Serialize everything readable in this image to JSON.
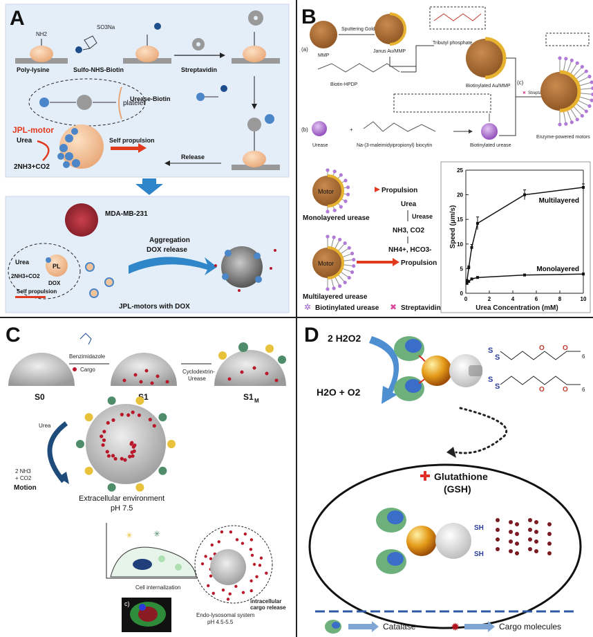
{
  "panel_a": {
    "letter": "A",
    "top": {
      "poly_lysine": "Poly-lysine",
      "sulfo_nhs_biotin": "Sulfo-NHS-Biotin",
      "streptavidin": "Streptavidin",
      "urease_biotin": "Urease-Biotin",
      "platelet": "platelet",
      "jpl_motor": "JPL-motor",
      "urea": "Urea",
      "products": "2NH3+CO2",
      "self_propulsion": "Self propulsion",
      "release": "Release",
      "nh2": "NH2",
      "so3na": "SO3Na"
    },
    "bottom": {
      "cell": "MDA-MB-231",
      "aggregation": "Aggregation",
      "dox_release": "DOX release",
      "urea": "Urea",
      "pl": "PL",
      "products": "2NH3+CO2",
      "dox": "DOX",
      "self_propulsion": "Self propulsion",
      "caption": "JPL-motors with DOX"
    }
  },
  "panel_b": {
    "letter": "B",
    "mmp": "MMP",
    "sputtering": "Sputtering Gold",
    "janus": "Janus Au/MMP",
    "tributyl": "Tributyl phosphate",
    "biotin_hpdp": "Biotin-HPDP",
    "biotinylated_au": "Biotinylated Au/MMP",
    "label_a": "(a)",
    "label_b": "(b)",
    "label_c": "(c)",
    "streptavidin": "Streptavidin",
    "urease": "Urease",
    "plus": "+",
    "biocytin": "Na-(3-maleimidyipropionyl) biocytin",
    "biotinylated_urease": "Biotinylated urease",
    "enzyme_motors": "Enzyme-powered motors",
    "motor": "Motor",
    "propulsion": "Propulsion",
    "urea": "Urea",
    "urease_step": "Urease",
    "nh3_co2": "NH3, CO2",
    "nh4_hco3": "NH4+, HCO3-",
    "monolayered_urease": "Monolayered urease",
    "multilayered_urease": "Multilayered urease",
    "legend_biotinylated": "Biotinylated urease",
    "legend_streptavidin": "Streptavidin"
  },
  "chart_data": {
    "type": "line",
    "xlabel": "Urea Concentration (mM)",
    "ylabel": "Speed (μm/s)",
    "xlim": [
      0,
      10
    ],
    "ylim": [
      0,
      25
    ],
    "xticks": [
      0,
      2,
      4,
      6,
      8,
      10
    ],
    "yticks": [
      0,
      5,
      10,
      15,
      20,
      25
    ],
    "series": [
      {
        "name": "Multilayered",
        "x": [
          0.1,
          0.25,
          0.5,
          1.0,
          5.0,
          10.0
        ],
        "y": [
          2.5,
          5.2,
          9.3,
          14.2,
          20.0,
          21.5
        ],
        "err": [
          0.3,
          0.4,
          0.6,
          1.3,
          1.0,
          0.7
        ]
      },
      {
        "name": "Monolayered",
        "x": [
          0.1,
          0.25,
          0.5,
          1.0,
          5.0,
          10.0
        ],
        "y": [
          2.0,
          2.4,
          2.9,
          3.2,
          3.7,
          3.9
        ],
        "err": [
          0.2,
          0.2,
          0.2,
          0.2,
          0.2,
          0.2
        ]
      }
    ]
  },
  "panel_c": {
    "letter": "C",
    "benzimidazole": "Benzimidazole",
    "cargo": "Cargo",
    "cyclodextrin": "Cyclodextrin-",
    "urease": "Urease",
    "s0": "S0",
    "s1": "S1",
    "s1m": "S1",
    "s1m_sub": "M",
    "urea": "Urea",
    "nh3": "2 NH3",
    "co2": "+ CO2",
    "motion": "Motion",
    "extracellular": "Extracellular environment",
    "ph_ext": "pH 7.5",
    "internalization": "Cell internalization",
    "sub_c": "c)",
    "cargo_release_1": "intracellular",
    "cargo_release_2": "cargo release",
    "endo": "Endo-lysosomal system",
    "ph_endo": "pH 4.5-5.5"
  },
  "panel_d": {
    "letter": "D",
    "h2o2": "2 H2O2",
    "products": "H2O + O2",
    "glutathione": "Glutathione",
    "gsh": "(GSH)",
    "s": "S",
    "sh": "SH",
    "o": "O",
    "subscript_6": "6",
    "legend_catalase": "Catalase",
    "legend_cargo": "Cargo molecules"
  },
  "colors": {
    "panel_a_bg": "#e4eef8",
    "motor_core": "#f0c49a",
    "urease_blue": "#4a86c8",
    "red_arrow": "#e23a1f",
    "jpl_label": "#e2381c",
    "big_blue_arrow": "#2f86c9",
    "gold": "#e8b231",
    "mmp_brown": "#a0642c",
    "purple": "#9b59c8",
    "pink": "#d9489a",
    "cargo_red": "#b8182a"
  }
}
